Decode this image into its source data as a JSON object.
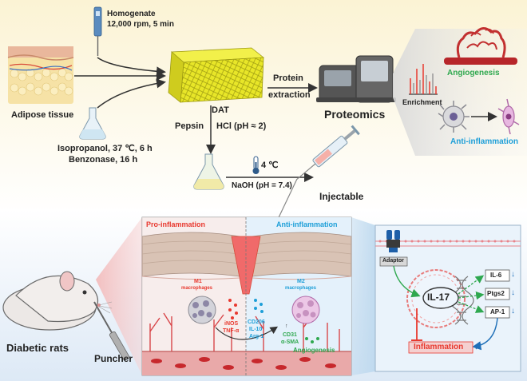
{
  "top": {
    "homogenate": "Homogenate",
    "homogenate_cond": "12,000 rpm, 5 min",
    "adipose": "Adipose tissue",
    "dat": "DAT",
    "protein": "Protein",
    "extraction": "extraction",
    "proteomics": "Proteomics",
    "enrichment": "Enrichment",
    "angiogenesis": "Angiogenesis",
    "anti_inflammation": "Anti-inflammation",
    "isopropanol": "Isopropanol,  37 ℃, 6 h",
    "benzonase": "Benzonase, 16 h",
    "pepsin": "Pepsin",
    "hcl": "HCl (pH ≈ 2)",
    "temp": "4 ℃",
    "naoh": "NaOH (pH = 7.4)",
    "injectable": "Injectable"
  },
  "bottom": {
    "diabetic_rats": "Diabetic rats",
    "puncher": "Puncher",
    "pro_inflammation": "Pro-inflammation",
    "anti_inflammation": "Anti-inflammation",
    "m1": "M1",
    "m1_sub": "macrophages",
    "m2": "M2",
    "m2_sub": "macrophages",
    "inos": "iNOS",
    "tnf": "TNF-α",
    "cd206": "CD206",
    "il10": "IL-10",
    "arg1": "Arg-1",
    "cd31": "CD31",
    "asma": "α-SMA",
    "angiogenesis": "Angiogenesis"
  },
  "pathway": {
    "adaptor": "Adaptor",
    "il17": "IL-17",
    "il6": "IL-6",
    "ptgs2": "Ptgs2",
    "ap1": "AP-1",
    "inflammation": "Inflammation",
    "down": "↓",
    "up": "↑"
  },
  "colors": {
    "red_label": "#e8392f",
    "blue_label": "#1e9fd8",
    "green_label": "#2fa84f",
    "panel_bg": "#eaf3fb"
  }
}
